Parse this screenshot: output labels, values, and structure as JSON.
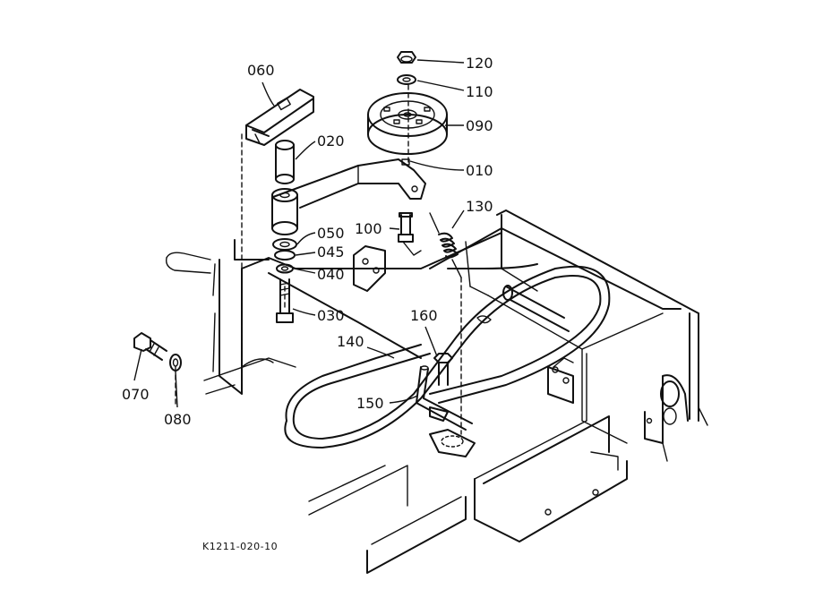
{
  "drawing_code": "K1211-020-10",
  "part_labels": {
    "p120": "120",
    "p110": "110",
    "p090": "090",
    "p010": "010",
    "p060": "060",
    "p020": "020",
    "p130": "130",
    "p100": "100",
    "p050": "050",
    "p045": "045",
    "p040": "040",
    "p030": "030",
    "p160": "160",
    "p140": "140",
    "p150": "150",
    "p070": "070",
    "p080": "080"
  }
}
